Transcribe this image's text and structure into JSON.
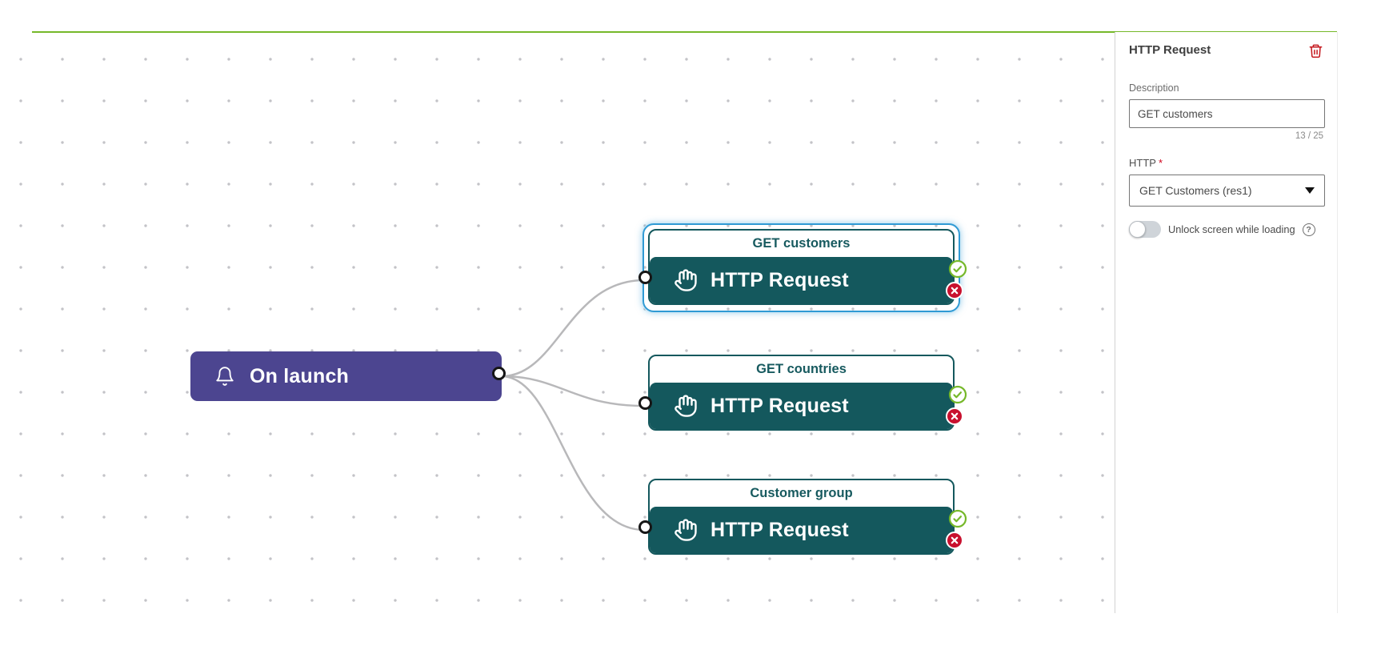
{
  "canvas": {
    "trigger_node": {
      "label": "On launch"
    },
    "http_nodes": [
      {
        "title": "GET customers",
        "type_label": "HTTP Request",
        "selected": true
      },
      {
        "title": "GET countries",
        "type_label": "HTTP Request",
        "selected": false
      },
      {
        "title": "Customer group",
        "type_label": "HTTP Request",
        "selected": false
      }
    ]
  },
  "panel": {
    "title": "HTTP Request",
    "description": {
      "label": "Description",
      "value": "GET customers",
      "counter": "13 / 25"
    },
    "http": {
      "label": "HTTP",
      "required_marker": "*",
      "selected_option": "GET Customers (res1)"
    },
    "toggle": {
      "label": "Unlock screen while loading",
      "state": "off",
      "help_glyph": "?"
    }
  },
  "colors": {
    "accent_green_line": "#76b82a",
    "trigger_purple": "#4c4590",
    "node_teal": "#14585d",
    "selection_blue": "#2f9ad4",
    "success_green": "#76b82a",
    "error_red": "#c8102e",
    "trash_red": "#c4161c",
    "edge_gray": "#b8b8ba"
  }
}
